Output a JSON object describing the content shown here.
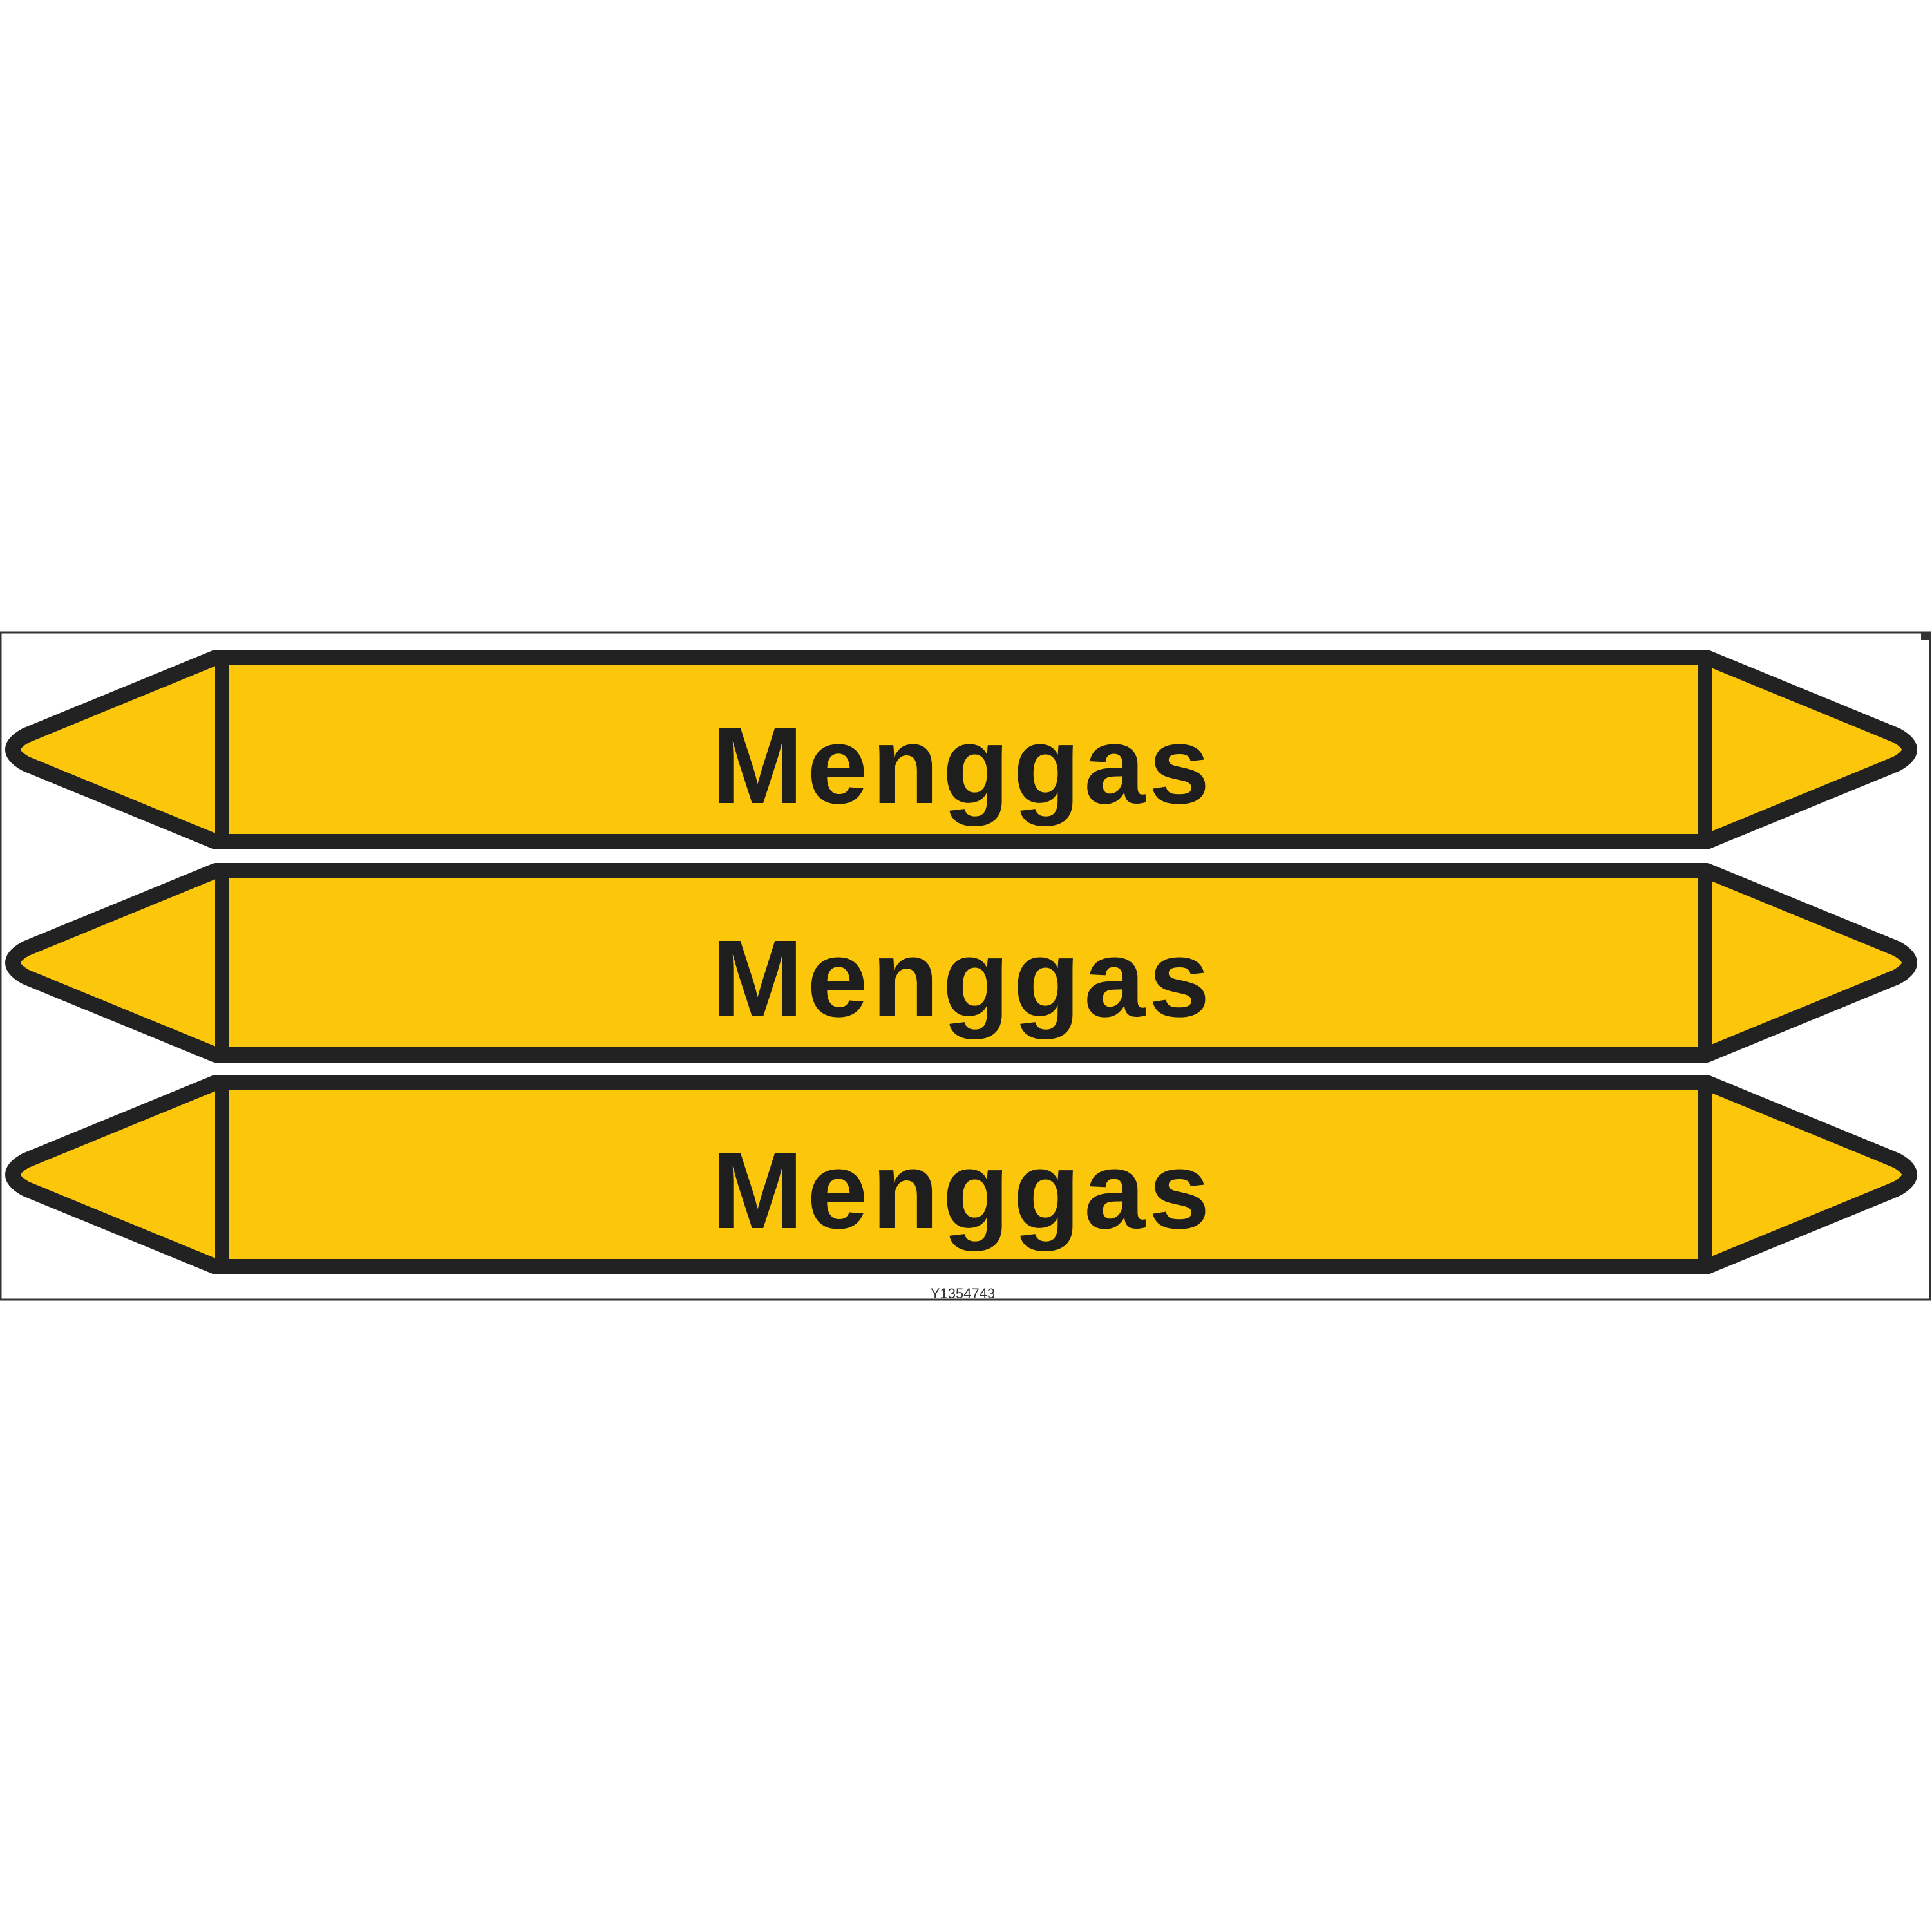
{
  "sheet": {
    "code": "Y1354743",
    "markers": [
      {
        "label": "Menggas"
      },
      {
        "label": "Menggas"
      },
      {
        "label": "Menggas"
      }
    ]
  },
  "colors": {
    "fill": "#FCC70B",
    "outline": "#222222",
    "text": "#1E1E1E",
    "frame": "#333333",
    "background": "#FFFFFF"
  }
}
